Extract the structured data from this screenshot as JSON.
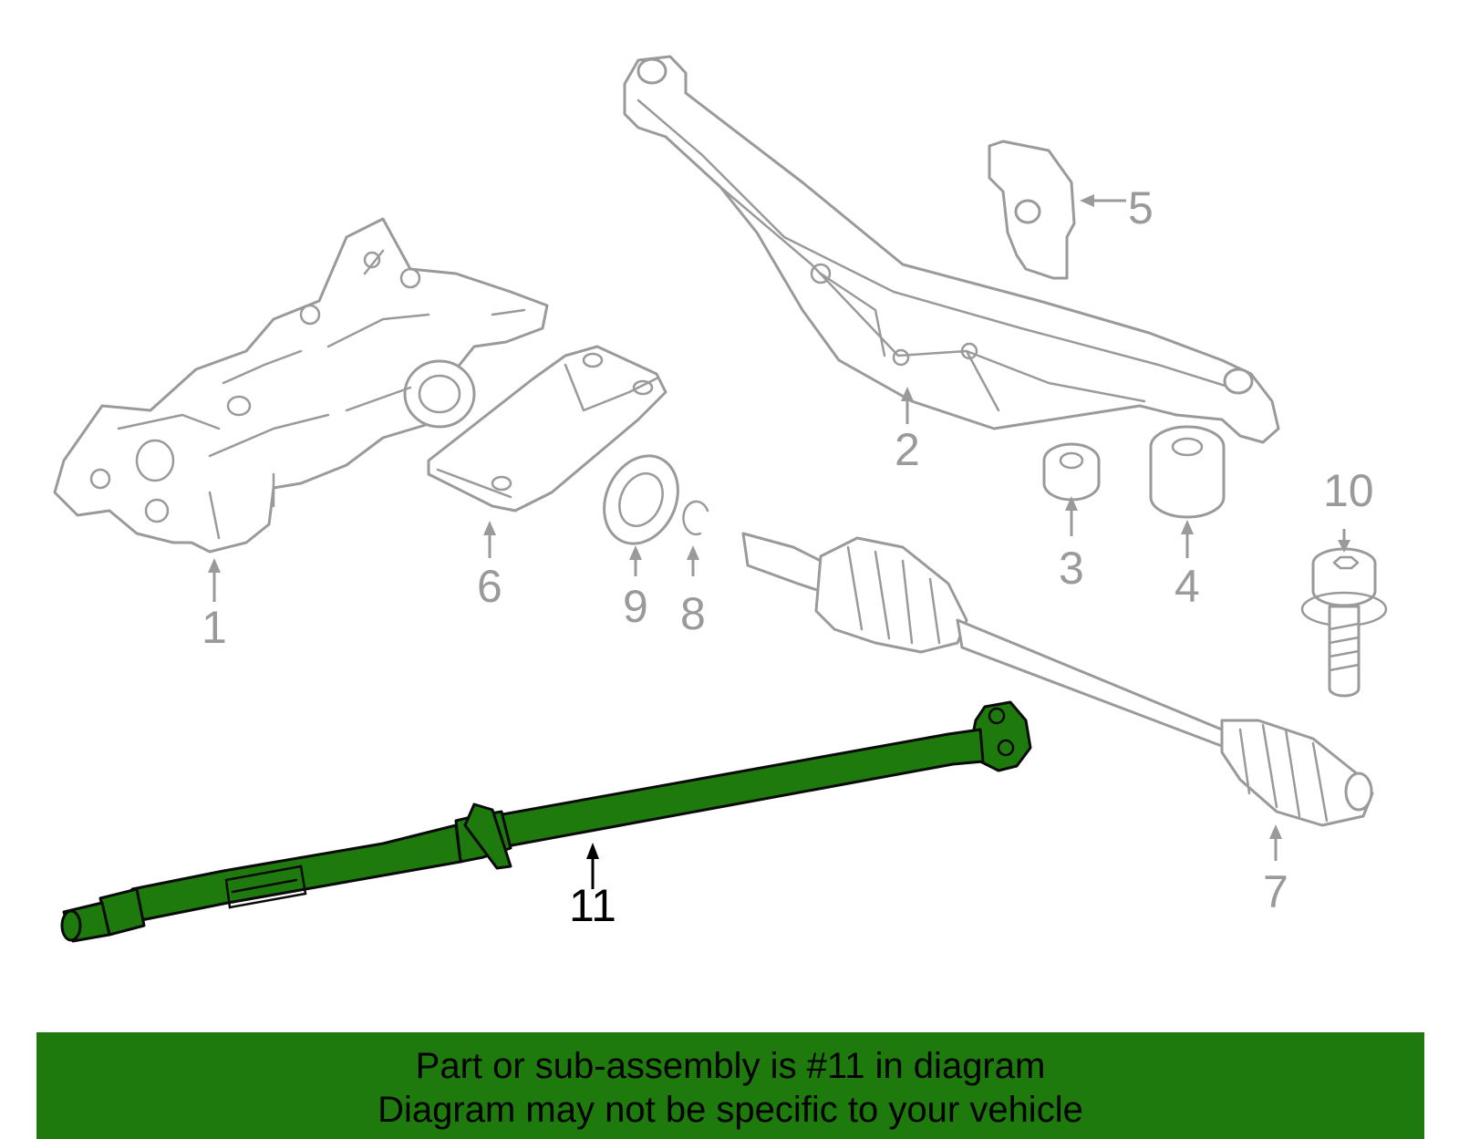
{
  "callouts": [
    "1",
    "2",
    "3",
    "4",
    "5",
    "6",
    "7",
    "8",
    "9",
    "10",
    "11"
  ],
  "highlighted_part": "11",
  "colors": {
    "highlight": "#1e7a0c",
    "parts": "#9a9a9a",
    "banner": "#1e7a0c"
  },
  "banner": {
    "line1": "Part or sub-assembly is #11 in diagram",
    "line2": "Diagram may not be specific to your vehicle"
  }
}
